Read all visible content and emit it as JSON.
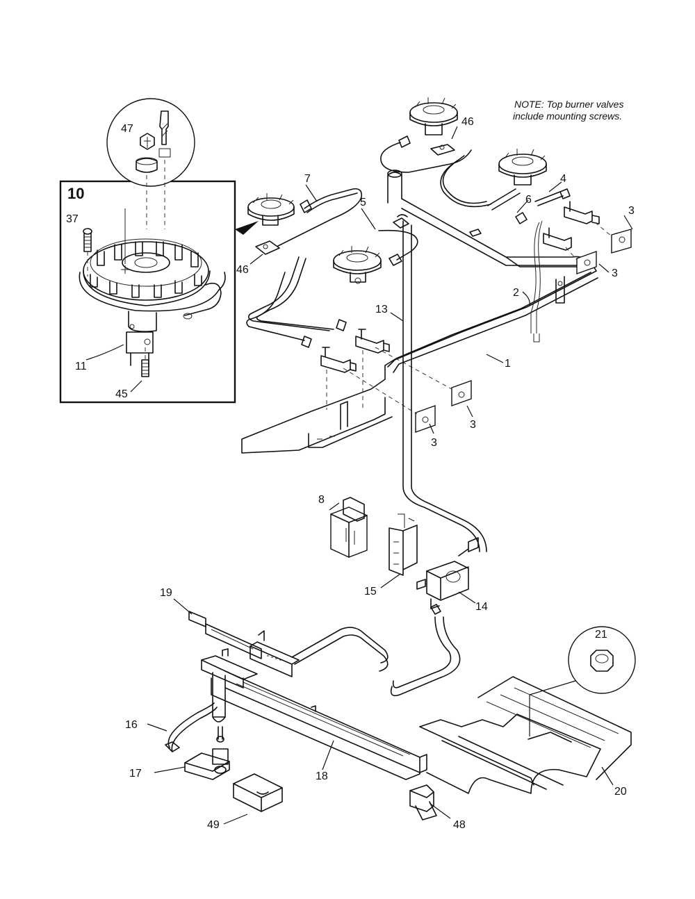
{
  "note": {
    "line1": "NOTE: Top burner valves",
    "line2": "include mounting screws."
  },
  "callouts": {
    "c1": "1",
    "c2": "2",
    "c3a": "3",
    "c3b": "3",
    "c3c": "3",
    "c3d": "3",
    "c4": "4",
    "c5": "5",
    "c6": "6",
    "c7": "7",
    "c8": "8",
    "c10": "10",
    "c11": "11",
    "c13": "13",
    "c14": "14",
    "c15": "15",
    "c16": "16",
    "c17": "17",
    "c18": "18",
    "c19": "19",
    "c20": "20",
    "c21": "21",
    "c37": "37",
    "c45": "45",
    "c46a": "46",
    "c46b": "46",
    "c47": "47",
    "c48": "48",
    "c49": "49"
  }
}
